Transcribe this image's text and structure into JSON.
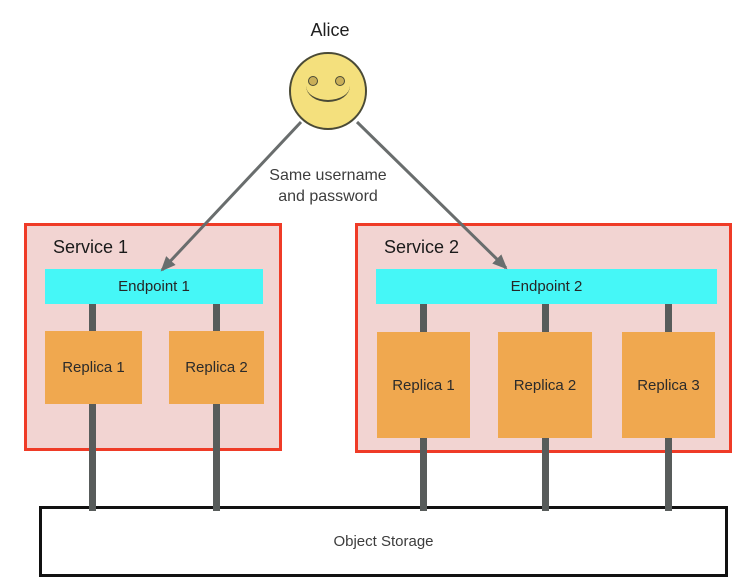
{
  "actor": {
    "label": "Alice"
  },
  "annotation": {
    "line1": "Same username",
    "line2": "and password"
  },
  "services": [
    {
      "name": "Service 1",
      "endpoint": "Endpoint 1",
      "replicas": [
        "Replica 1",
        "Replica 2"
      ]
    },
    {
      "name": "Service 2",
      "endpoint": "Endpoint 2",
      "replicas": [
        "Replica 1",
        "Replica 2",
        "Replica 3"
      ]
    }
  ],
  "storage": {
    "label": "Object Storage"
  },
  "icons": {
    "actor_face": "smiley-face-icon"
  },
  "colors": {
    "service_fill": "#f2d4d2",
    "service_border": "#ef3b27",
    "endpoint_fill": "#45f7f7",
    "replica_fill": "#f0a84f",
    "connector": "#585c5b",
    "arrow": "#696d6d",
    "face_fill": "#f4e07d",
    "storage_border": "#111111"
  }
}
